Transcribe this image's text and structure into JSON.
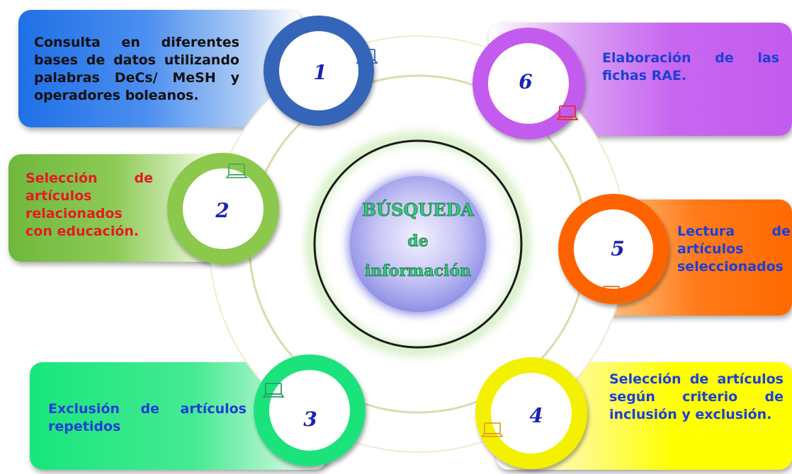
{
  "title": {
    "line1": "BÚSQUEDA",
    "line2": "de",
    "line3": "información"
  },
  "steps": [
    {
      "number": "1",
      "text": "Consulta en diferentes bases de datos utilizando palabras DeCs/ MeSH y operadores boleanos.",
      "ring_color": "#3565b8",
      "card_color": "#1f6fe6",
      "text_color": "#111111",
      "icon": "laptop-icon"
    },
    {
      "number": "2",
      "text": "Selección de artículos relacionados con educación.",
      "ring_color": "#8cc84b",
      "card_color": "#6fb83c",
      "text_color": "#e31b23",
      "icon": "laptop-icon"
    },
    {
      "number": "3",
      "text": "Exclusión de artículos repetidos",
      "ring_color": "#1fe27c",
      "card_color": "#18e67c",
      "text_color": "#1c3fd6",
      "icon": "laptop-icon"
    },
    {
      "number": "4",
      "text": "Selección de artículos según criterio de inclusión y exclusión.",
      "ring_color": "#f3f000",
      "card_color": "#ffff00",
      "text_color": "#1c3fd6",
      "icon": "laptop-icon"
    },
    {
      "number": "5",
      "text": "Lectura de artículos seleccionados",
      "ring_color": "#ff6400",
      "card_color": "#ff6a00",
      "text_color": "#1c3fd6",
      "icon": "laptop-icon"
    },
    {
      "number": "6",
      "text": "Elaboración de las fichas RAE.",
      "ring_color": "#c35cee",
      "card_color": "#c35cee",
      "text_color": "#1c3fd6",
      "icon": "laptop-icon"
    }
  ]
}
